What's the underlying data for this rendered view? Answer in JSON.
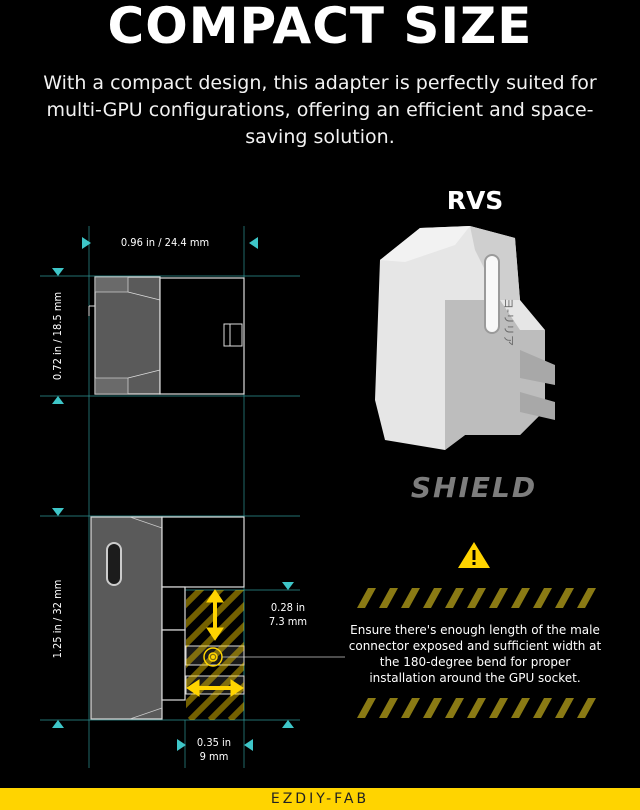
{
  "header": {
    "title": "COMPACT SIZE",
    "intro": "With a compact design, this adapter is perfectly suited for multi-GPU configurations, offering an efficient and space-saving solution."
  },
  "product": {
    "label": "RVS",
    "shield_text": "SHIELD",
    "body_logo": "ヨ-リリア"
  },
  "dimensions": {
    "width": "0.96 in / 24.4 mm",
    "height_top": "0.72 in / 18.5 mm",
    "height_bottom": "1.25 in / 32 mm",
    "exposed_length_line1": "0.28 in",
    "exposed_length_line2": "7.3 mm",
    "bend_width_line1": "0.35 in",
    "bend_width_line2": "9 mm"
  },
  "warning": {
    "note": "Ensure there's enough length of the male connector exposed and sufficient width at the 180-degree bend for proper installation around the GPU socket."
  },
  "footer": {
    "brand": "EZDIY-FAB"
  },
  "colors": {
    "accent_yellow": "#ffd400",
    "guide_cyan": "#3ec6c8",
    "body_gray": "#5a5a5a"
  }
}
